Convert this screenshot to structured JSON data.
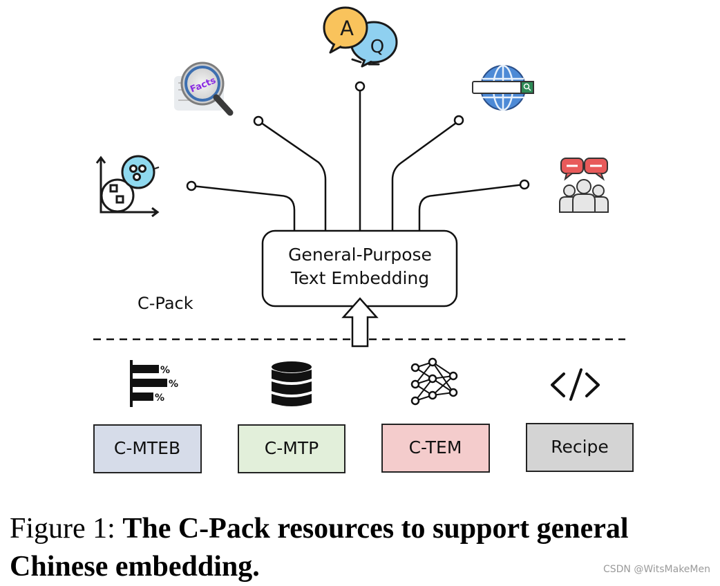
{
  "center_box": {
    "line1": "General-Purpose",
    "line2": "Text Embedding"
  },
  "pack_label": "C-Pack",
  "resources": [
    {
      "label": "C-MTEB",
      "fill": "#d6dce9"
    },
    {
      "label": "C-MTP",
      "fill": "#e2efda"
    },
    {
      "label": "C-TEM",
      "fill": "#f4cccc"
    },
    {
      "label": "Recipe",
      "fill": "#d4d4d4"
    }
  ],
  "icons": {
    "qa_bubble_letters": [
      "A",
      "Q"
    ],
    "magnifier_text": "Facts"
  },
  "caption": {
    "prefix": "Figure 1:",
    "title": "The C-Pack resources to support general Chinese embedding."
  },
  "watermark": "CSDN @WitsMakeMen"
}
